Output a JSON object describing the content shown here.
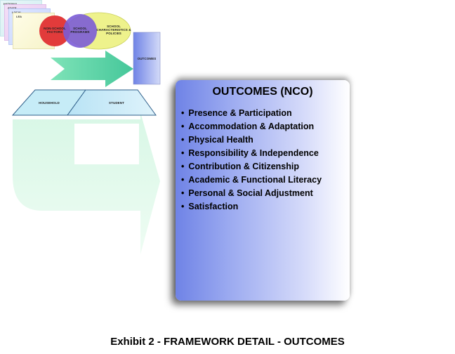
{
  "levels": {
    "national": "NATIONAL",
    "state": "STATE",
    "local": "LOCAL",
    "lea": "LEA"
  },
  "circles": {
    "non_school": "NON-SCHOOL FACTORS",
    "school_programs": "SCHOOL PROGRAMS",
    "school_characteristics": "SCHOOL CHARACTERISTICS & POLICIES"
  },
  "outcomes_tab": "OUTCOMES",
  "parallelograms": {
    "household": "HOUSEHOLD",
    "student": "STUDENT"
  },
  "outcomes_box": {
    "title": "OUTCOMES (NCO)",
    "items": [
      "Presence & Participation",
      "Accommodation & Adaptation",
      "Physical Health",
      "Responsibility & Independence",
      "Contribution & Citizenship",
      "Academic & Functional Literacy",
      "Personal & Social Adjustment",
      "Satisfaction"
    ]
  },
  "caption": "Exhibit 2 - FRAMEWORK DETAIL - OUTCOMES",
  "colors": {
    "circle_red": "#e23b3b",
    "circle_purple": "#7b5cd6",
    "circle_yellow": "#eef28c",
    "arrow_green": "#7fe3b8",
    "outcomes_blue": "#6f83e6"
  }
}
